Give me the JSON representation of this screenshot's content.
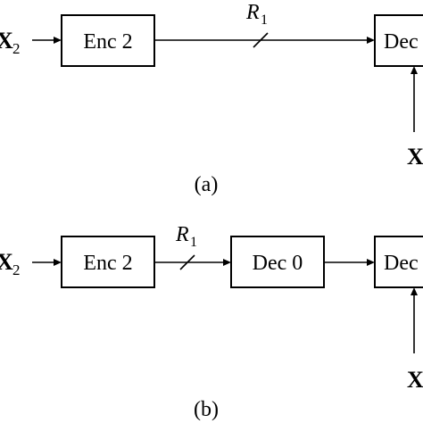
{
  "diagram_a": {
    "caption": "(a)",
    "input_label": "X",
    "input_subscript": "2",
    "encoder_label": "Enc 2",
    "rate_label": "R",
    "rate_subscript": "1",
    "decoder_label": "Dec",
    "side_info_label": "X"
  },
  "diagram_b": {
    "caption": "(b)",
    "input_label": "X",
    "input_subscript": "2",
    "encoder_label": "Enc 2",
    "rate_label": "R",
    "rate_subscript": "1",
    "relay_label": "Dec 0",
    "decoder_label": "Dec",
    "side_info_label": "X"
  }
}
